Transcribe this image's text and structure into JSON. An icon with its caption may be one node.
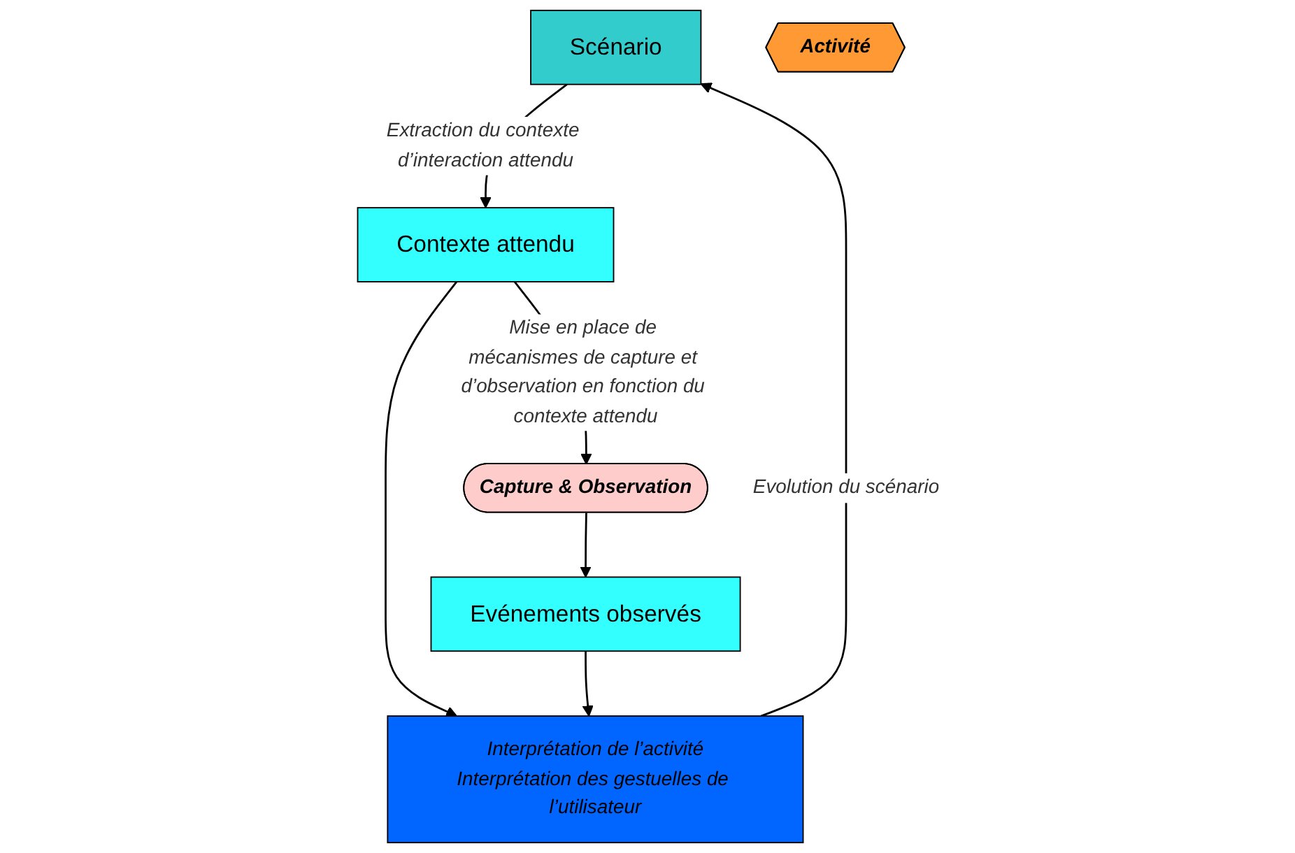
{
  "diagram": {
    "nodes": [
      {
        "text": [
          "Scénario"
        ]
      },
      {
        "text": [
          "Contexte attendu"
        ]
      },
      {
        "text": [
          "Interprétation de l’activité",
          "Interprétation des gestuelles de l’utilisateur"
        ]
      },
      {
        "text": [
          "Capture & Observation"
        ]
      },
      {
        "text": [
          "Evénements observés"
        ]
      },
      {
        "text": [
          "Activité"
        ]
      }
    ],
    "edges": [
      {
        "from": 0,
        "to": 1,
        "arrow": "to",
        "label": "Extraction du contexte d’interaction attendu"
      },
      {
        "from": 2,
        "to": 0,
        "arrow": "to",
        "label": "Evolution du scénario"
      },
      {
        "from": 1,
        "to": 3,
        "arrow": "to",
        "label": "Mise en place de mécanismes de capture et d’observation en fonction du contexte attendu"
      },
      {
        "from": 1,
        "to": 2,
        "arrow": "to"
      },
      {
        "from": 4,
        "to": 2,
        "arrow": "to"
      },
      {
        "from": 3,
        "to": 4,
        "arrow": "to"
      }
    ]
  }
}
